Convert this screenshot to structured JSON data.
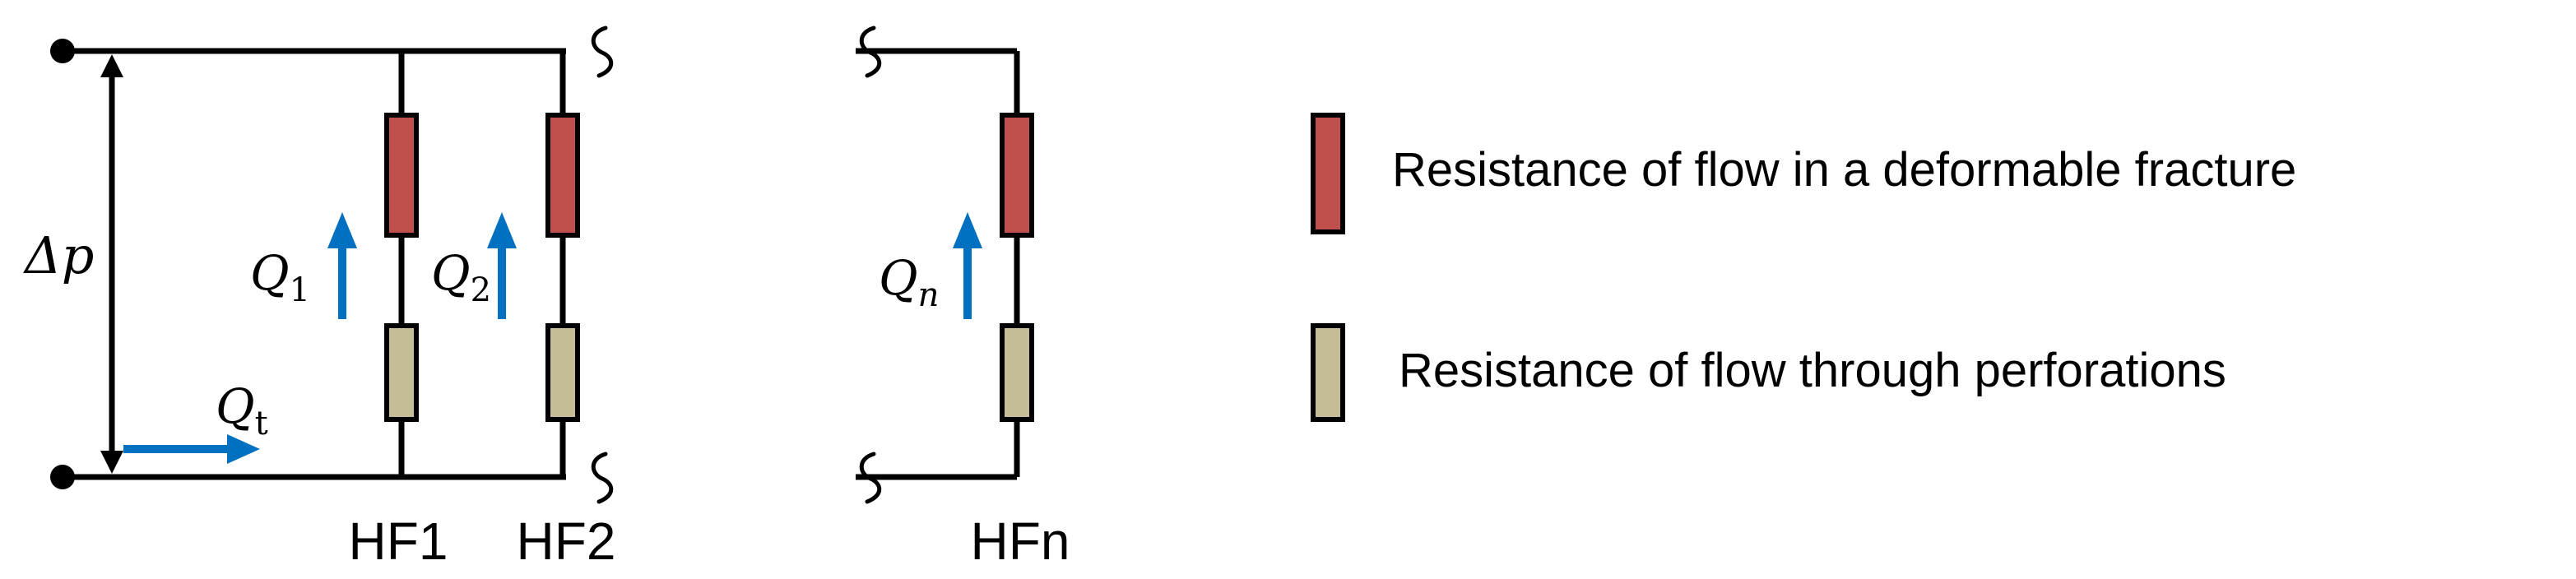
{
  "diagram": {
    "pressure_label": "Δp",
    "total_flow_label": {
      "main": "Q",
      "sub": "t"
    },
    "branches": [
      {
        "name": "HF1",
        "flow_main": "Q",
        "flow_sub": "1"
      },
      {
        "name": "HF2",
        "flow_main": "Q",
        "flow_sub": "2"
      },
      {
        "name": "HFn",
        "flow_main": "Q",
        "flow_sub": "n"
      }
    ]
  },
  "legend": {
    "items": [
      {
        "label": "Resistance of flow in a deformable fracture",
        "color": "#c0504d"
      },
      {
        "label": "Resistance of flow through perforations",
        "color": "#c4bd97"
      }
    ]
  },
  "colors": {
    "wire": "#000000",
    "arrow": "#0070c0",
    "fracture_resistor": "#c0504d",
    "perforation_resistor": "#c4bd97"
  }
}
